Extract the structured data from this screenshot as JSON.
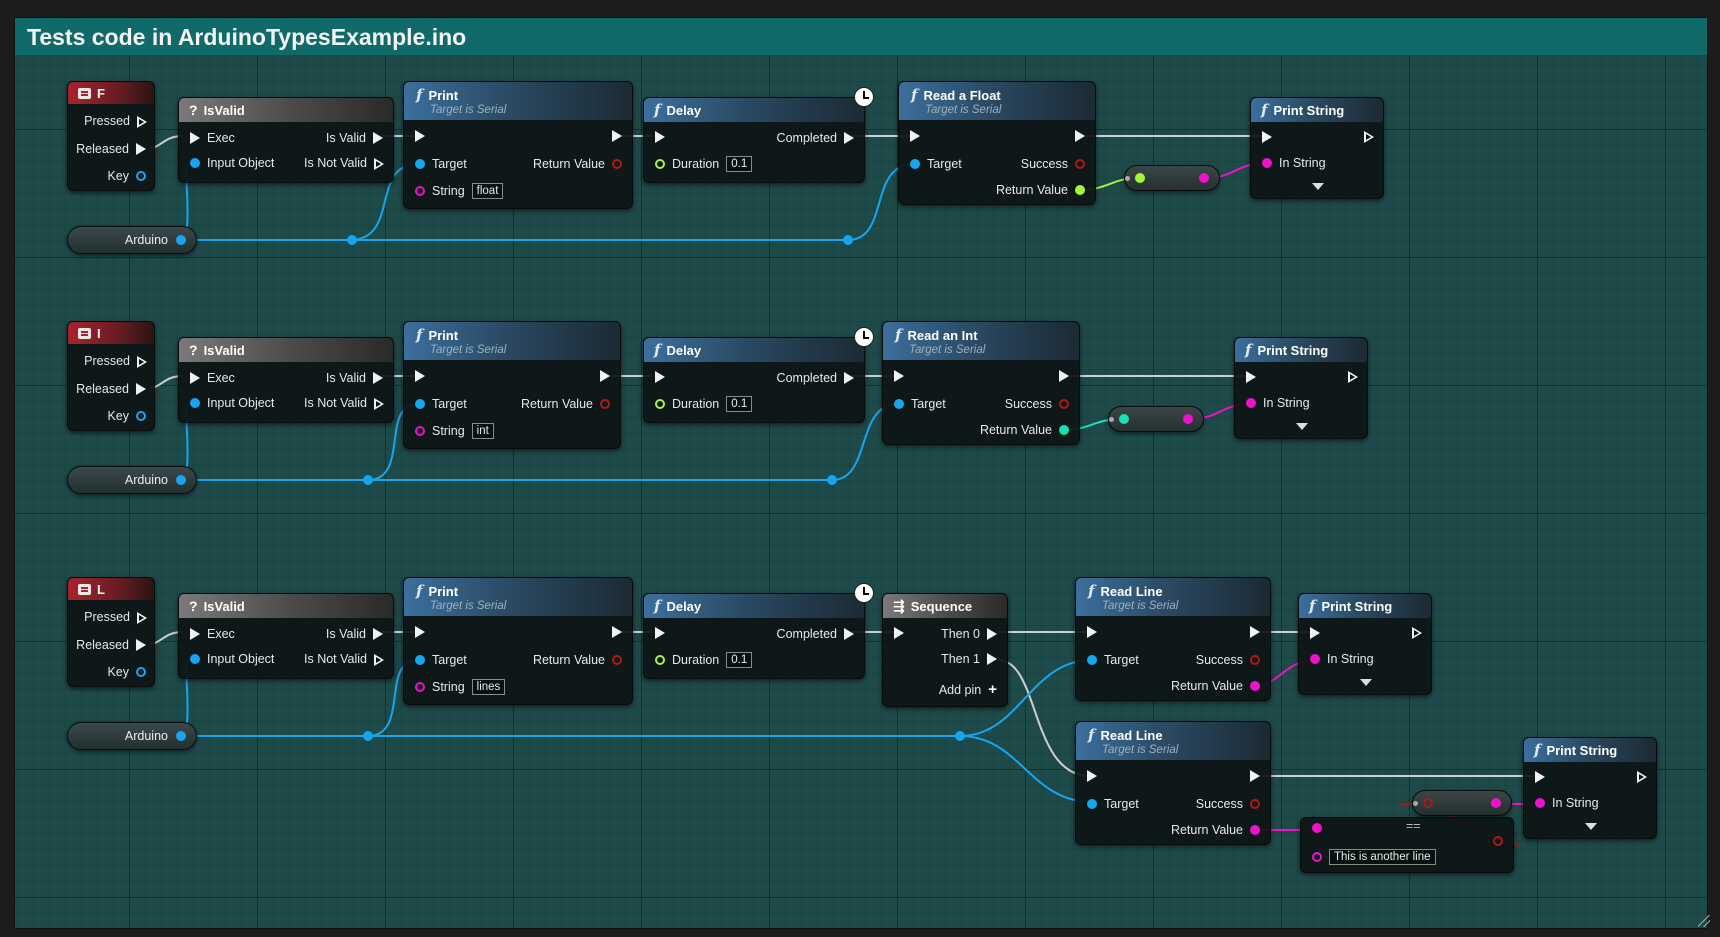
{
  "comment": {
    "title": "Tests code in ArduinoTypesExample.ino"
  },
  "labels": {
    "pressed": "Pressed",
    "released": "Released",
    "key": "Key",
    "is_valid": "IsValid",
    "exec": "Exec",
    "input_object": "Input Object",
    "is_valid_out": "Is Valid",
    "is_not_valid": "Is Not Valid",
    "print": "Print",
    "target_is_serial": "Target is Serial",
    "target": "Target",
    "return_value": "Return Value",
    "string": "String",
    "delay": "Delay",
    "completed": "Completed",
    "duration": "Duration",
    "success": "Success",
    "print_string": "Print String",
    "in_string": "In String",
    "arduino": "Arduino",
    "sequence": "Sequence",
    "then0": "Then 0",
    "then1": "Then 1",
    "add_pin": "Add pin",
    "read_line": "Read Line"
  },
  "rows": [
    {
      "key": "F",
      "print_string_value": "float",
      "delay_duration": "0.1",
      "read_title": "Read a Float"
    },
    {
      "key": "I",
      "print_string_value": "int",
      "delay_duration": "0.1",
      "read_title": "Read an Int"
    },
    {
      "key": "L",
      "print_string_value": "lines",
      "delay_duration": "0.1"
    }
  ],
  "append": {
    "default_value": "This is another line"
  },
  "colors": {
    "exec": "#f2f2f2",
    "object": "#16a6f0",
    "string": "#f012c8",
    "float": "#a5f53a",
    "int": "#18e0b4",
    "bool": "#b01818"
  }
}
